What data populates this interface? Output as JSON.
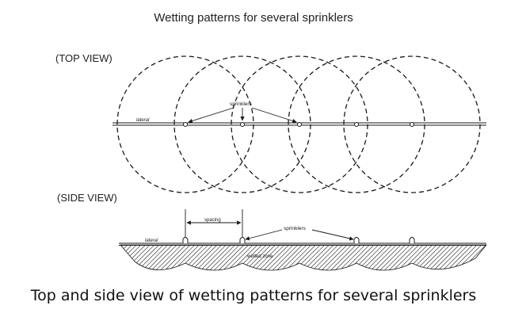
{
  "title": "Wetting patterns for several sprinklers",
  "top_view": {
    "label": "(TOP VIEW)",
    "lateral_label": "lateral",
    "sprinklers_label": "sprinklers"
  },
  "side_view": {
    "label": "(SIDE VIEW)",
    "spacing_label": "spacing",
    "sprinklers_label": "sprinklers",
    "lateral_label": "lateral",
    "wetted_zone_label": "wetted zone"
  },
  "caption": "Top and side view of wetting patterns for several sprinklers",
  "colors": {
    "line": "#1a1a1a",
    "background": "#ffffff"
  }
}
